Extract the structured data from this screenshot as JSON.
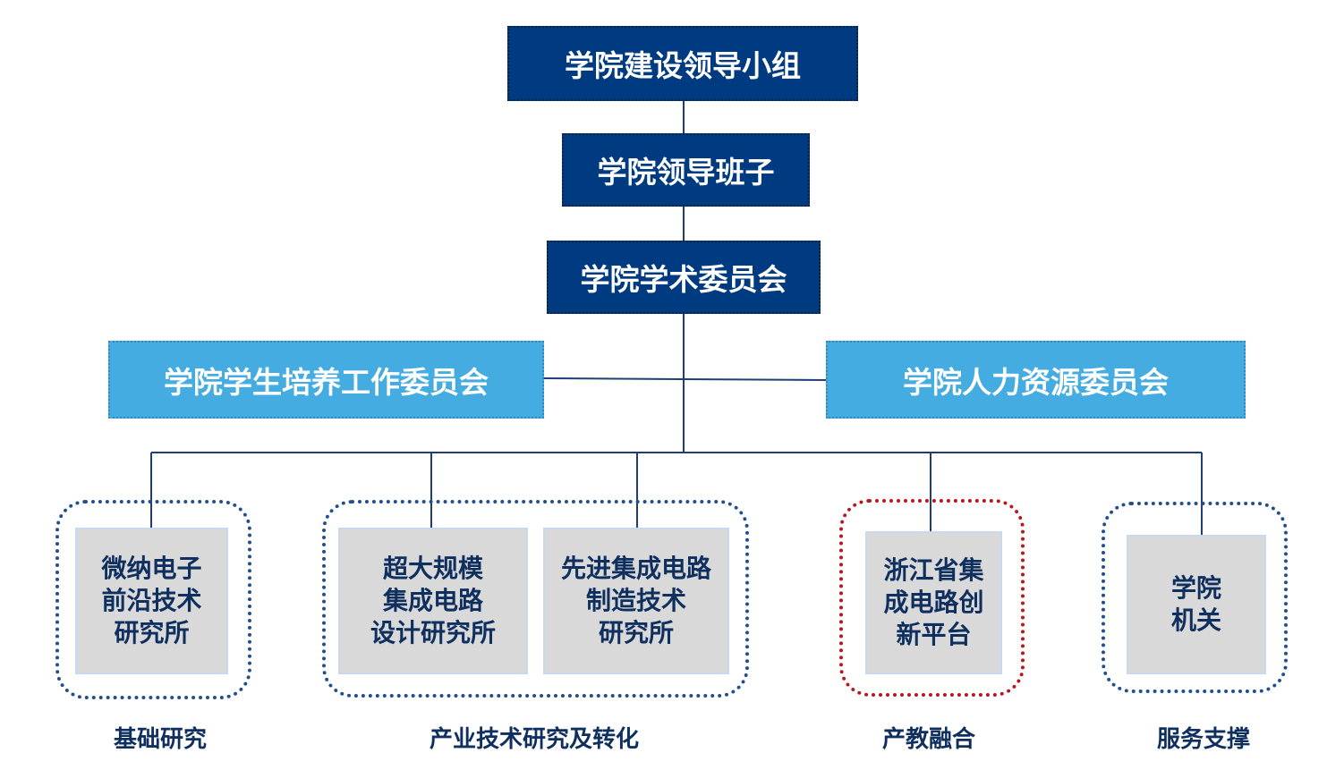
{
  "org_chart": {
    "top_nodes": [
      "学院建设领导小组",
      "学院领导班子",
      "学院学术委员会"
    ],
    "side_committees": [
      "学院学生培养工作委员会",
      "学院人力资源委员会"
    ],
    "units": [
      "微纳电子\n前沿技术\n研究所",
      "超大规模\n集成电路\n设计研究所",
      "先进集成电路\n制造技术\n研究所",
      "浙江省集\n成电路创\n新平台",
      "学院\n机关"
    ],
    "categories": [
      "基础研究",
      "产业技术研究及转化",
      "产教融合",
      "服务支撑"
    ]
  },
  "colors": {
    "dark_box": "#003a80",
    "light_box": "#44ace0",
    "unit_box": "#d9d9d9",
    "group_border": "#1f4f8e",
    "group_border_highlight": "#b8171e",
    "connector": "#1f3f73"
  }
}
